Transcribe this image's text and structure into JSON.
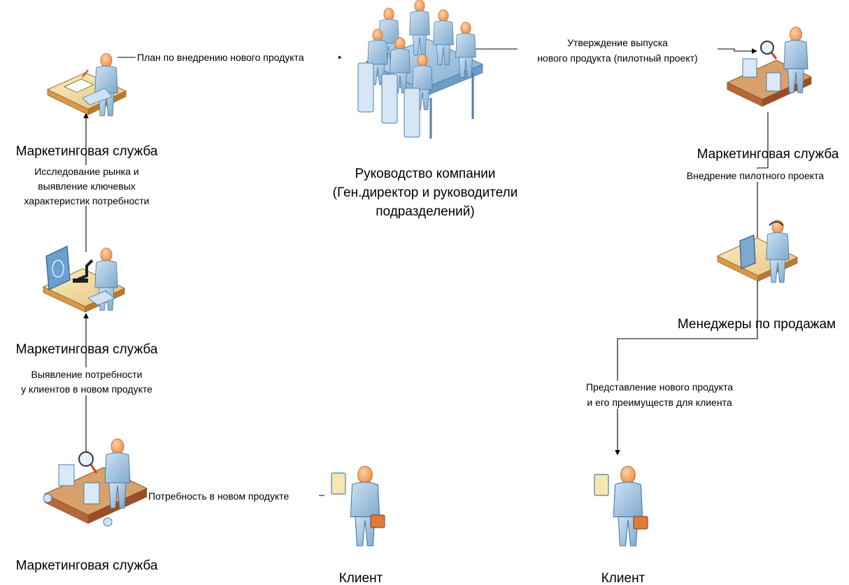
{
  "diagram": {
    "nodes": {
      "marketing_planning": {
        "label": "Маркетинговая служба"
      },
      "board": {
        "label_lines": [
          "Руководство компании",
          "(Ген.директор и руководители",
          "подразделений)"
        ]
      },
      "marketing_pilot": {
        "label": "Маркетинговая служба"
      },
      "marketing_research": {
        "label": "Маркетинговая служба"
      },
      "sales_managers": {
        "label": "Менеджеры по продажам"
      },
      "marketing_needs": {
        "label": "Маркетинговая служба"
      },
      "client_left": {
        "label": "Клиент"
      },
      "client_right": {
        "label": "Клиент"
      }
    },
    "edges": {
      "plan": {
        "label_lines": [
          "План по внедрению нового продукта"
        ]
      },
      "approval": {
        "label_lines": [
          "Утверждение выпуска",
          "нового продукта (пилотный проект)"
        ]
      },
      "market_research": {
        "label_lines": [
          "Исследование рынка и",
          "выявление ключевых",
          "характеристик потребности"
        ]
      },
      "pilot_rollout": {
        "label_lines": [
          "Внедрение пилотного проекта"
        ]
      },
      "need_identification": {
        "label_lines": [
          "Выявление потребности",
          "у клиентов в новом продукте"
        ]
      },
      "presentation": {
        "label_lines": [
          "Представление нового продукта",
          "и его преимуществ для клиента"
        ]
      },
      "client_need": {
        "label_lines": [
          "Потребность в новом продукте"
        ]
      }
    }
  },
  "colors": {
    "person_blue": "#a9c9e4",
    "person_dark": "#5b8db8",
    "skin": "#f2a66a",
    "desk_top": "#f3dca0",
    "desk_side": "#d79a4a",
    "belt": "#b7663a",
    "line": "#000000"
  }
}
